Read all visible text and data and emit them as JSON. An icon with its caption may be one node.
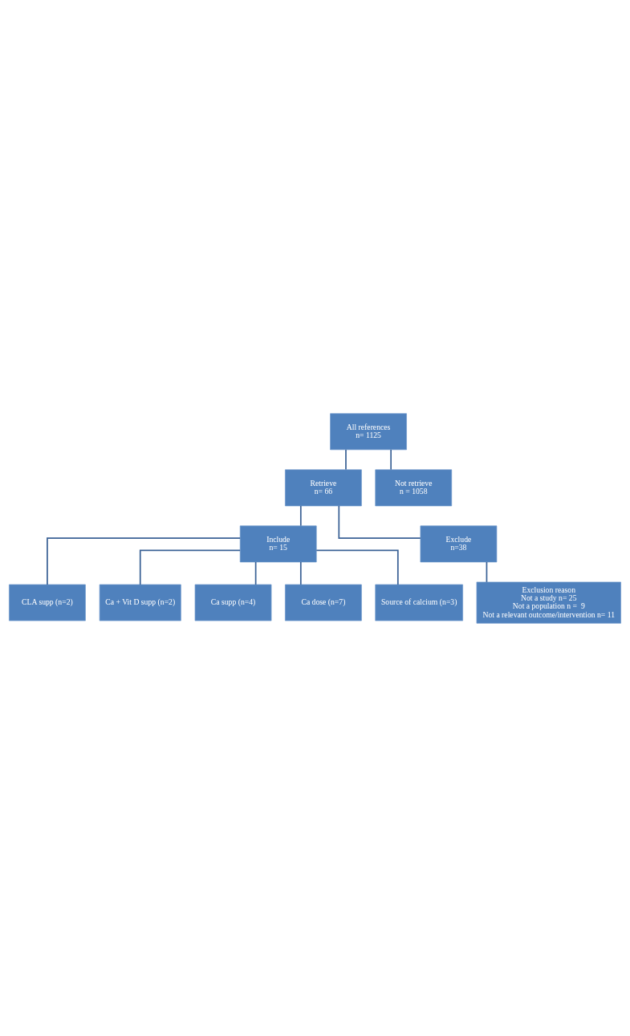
{
  "diagram": {
    "nodes": [
      {
        "text": [
          "All references",
          "n= 1125"
        ]
      },
      {
        "text": [
          "Retrieve",
          "n= 66"
        ]
      },
      {
        "text": [
          "Not retrieve",
          "n = 1058"
        ]
      },
      {
        "text": [
          "Include",
          "n= 15"
        ]
      },
      {
        "text": [
          "Exclude",
          "n=38"
        ]
      },
      {
        "text": [
          "CLA supp (n=2)"
        ]
      },
      {
        "text": [
          "Ca + Vit D supp (n=2)"
        ]
      },
      {
        "text": [
          "Ca supp (n=4)"
        ]
      },
      {
        "text": [
          "Ca dose (n=7)"
        ]
      },
      {
        "text": [
          "Source of calcium (n=3)"
        ]
      },
      {
        "text": [
          "Exclusion reason",
          "Not a study n= 25",
          "Not a population n =  9",
          "Not a relevant outcome/intervention n= 11"
        ]
      }
    ],
    "edges": [
      {
        "from": 0,
        "to": 1,
        "arrow": "none"
      },
      {
        "from": 0,
        "to": 2,
        "arrow": "none"
      },
      {
        "from": 1,
        "to": 3,
        "arrow": "none"
      },
      {
        "from": 1,
        "to": 4,
        "arrow": "none"
      },
      {
        "from": 3,
        "to": 5,
        "arrow": "none"
      },
      {
        "from": 3,
        "to": 6,
        "arrow": "none"
      },
      {
        "from": 3,
        "to": 7,
        "arrow": "none"
      },
      {
        "from": 3,
        "to": 8,
        "arrow": "none"
      },
      {
        "from": 3,
        "to": 9,
        "arrow": "none"
      },
      {
        "from": 4,
        "to": 10,
        "arrow": "none"
      }
    ]
  }
}
